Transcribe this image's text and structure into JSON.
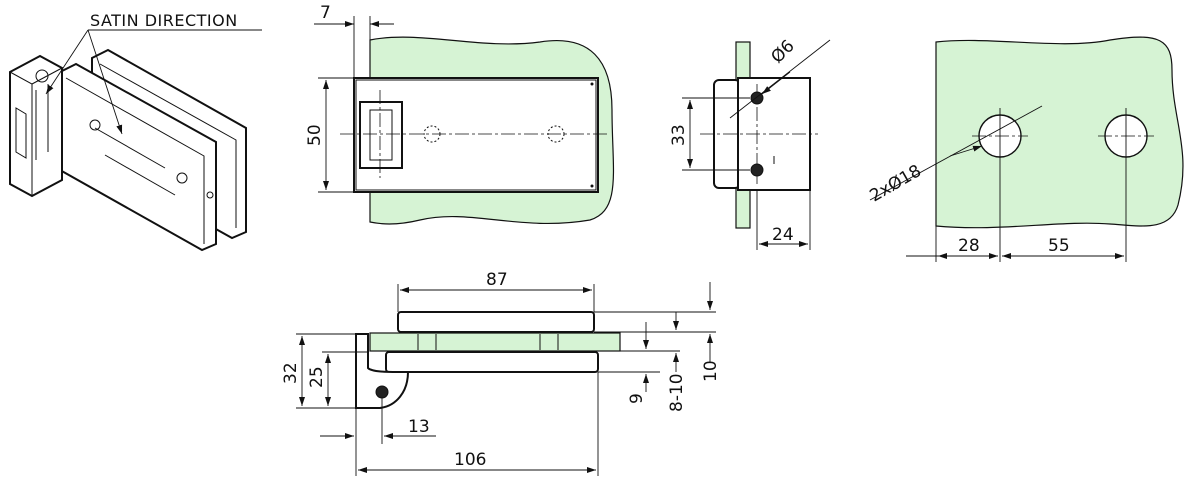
{
  "annotations": {
    "satin_direction": "SATIN DIRECTION"
  },
  "front_view": {
    "dim_offset": "7",
    "dim_height": "50"
  },
  "side_view": {
    "dim_hole_diameter": "Ø6",
    "dim_hole_spacing": "33",
    "dim_width": "24"
  },
  "glass_view": {
    "dim_holes": "2xØ18",
    "dim_edge": "28",
    "dim_spacing": "55"
  },
  "bottom_view": {
    "dim_length_plate": "87",
    "dim_32": "32",
    "dim_25": "25",
    "dim_13": "13",
    "dim_106": "106",
    "dim_9": "9",
    "dim_8_10": "8-10",
    "dim_10": "10"
  },
  "colors": {
    "glass": "#d6f3d4",
    "line": "#111111"
  }
}
